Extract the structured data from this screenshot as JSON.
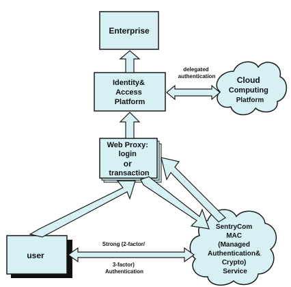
{
  "diagram": {
    "nodes": {
      "enterprise": {
        "lines": [
          "Enterprise"
        ]
      },
      "identity": {
        "lines": [
          "Identity&",
          "Access",
          "Platform"
        ]
      },
      "cloud": {
        "lines": [
          "Cloud",
          "Computing",
          "Platform"
        ]
      },
      "webproxy": {
        "lines": [
          "Web Proxy:",
          "login",
          "or",
          "transaction"
        ]
      },
      "user": {
        "lines": [
          "user"
        ]
      },
      "sentrycom": {
        "lines": [
          "SentryCom",
          "MAC",
          "(Managed",
          "Authentication&",
          "Crypto)",
          "Service"
        ]
      }
    },
    "edge_labels": {
      "delegated": [
        "delegated",
        "authentication"
      ],
      "strong": [
        "Strong (2-factor/",
        "3-factor)",
        "Authentication"
      ]
    }
  },
  "colors": {
    "fill": "#d6f0f4",
    "stroke": "#1a1a1a",
    "shadow": "#111111"
  }
}
